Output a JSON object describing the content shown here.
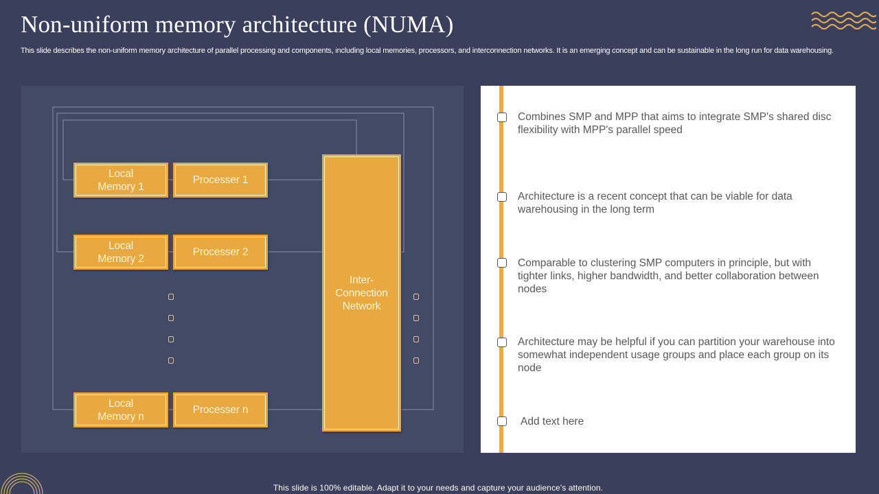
{
  "header": {
    "title": "Non-uniform memory architecture (NUMA)",
    "description": "This slide describes the non-uniform memory architecture of parallel processing and components, including local memories, processors, and interconnection networks. It is an emerging concept and can be sustainable in the long run for data warehousing."
  },
  "diagram": {
    "nodes": [
      {
        "memory": "Local Memory 1",
        "processor": "Processer 1"
      },
      {
        "memory": "Local Memory 2",
        "processor": "Processer 2"
      },
      {
        "memory": "Local Memory n",
        "processor": "Processer n"
      }
    ],
    "memory_lines": [
      [
        "Local",
        "Memory 1"
      ],
      [
        "Local",
        "Memory 2"
      ],
      [
        "Local",
        "Memory n"
      ]
    ],
    "interconnect_lines": [
      "Inter-",
      "Connection",
      "Network"
    ]
  },
  "points": [
    {
      "text": "Combines SMP and MPP that aims to integrate SMP's shared disc flexibility with MPP's parallel speed"
    },
    {
      "text": "Architecture is a recent concept that can be viable for data warehousing in the long term"
    },
    {
      "text": "Comparable to clustering SMP computers in principle, but with tighter links, higher bandwidth, and better collaboration between nodes"
    },
    {
      "text": "Architecture may be helpful if you can partition your warehouse into somewhat independent usage groups and place each group on its node"
    },
    {
      "text": "Add text here"
    }
  ],
  "footer": {
    "note": "This slide is 100% editable. Adapt it to your needs and capture your audience's attention."
  },
  "colors": {
    "background": "#3a405c",
    "panel": "#434a66",
    "accent": "#e8a940",
    "box_text": "#fdf2cf",
    "body_text": "#595959"
  }
}
